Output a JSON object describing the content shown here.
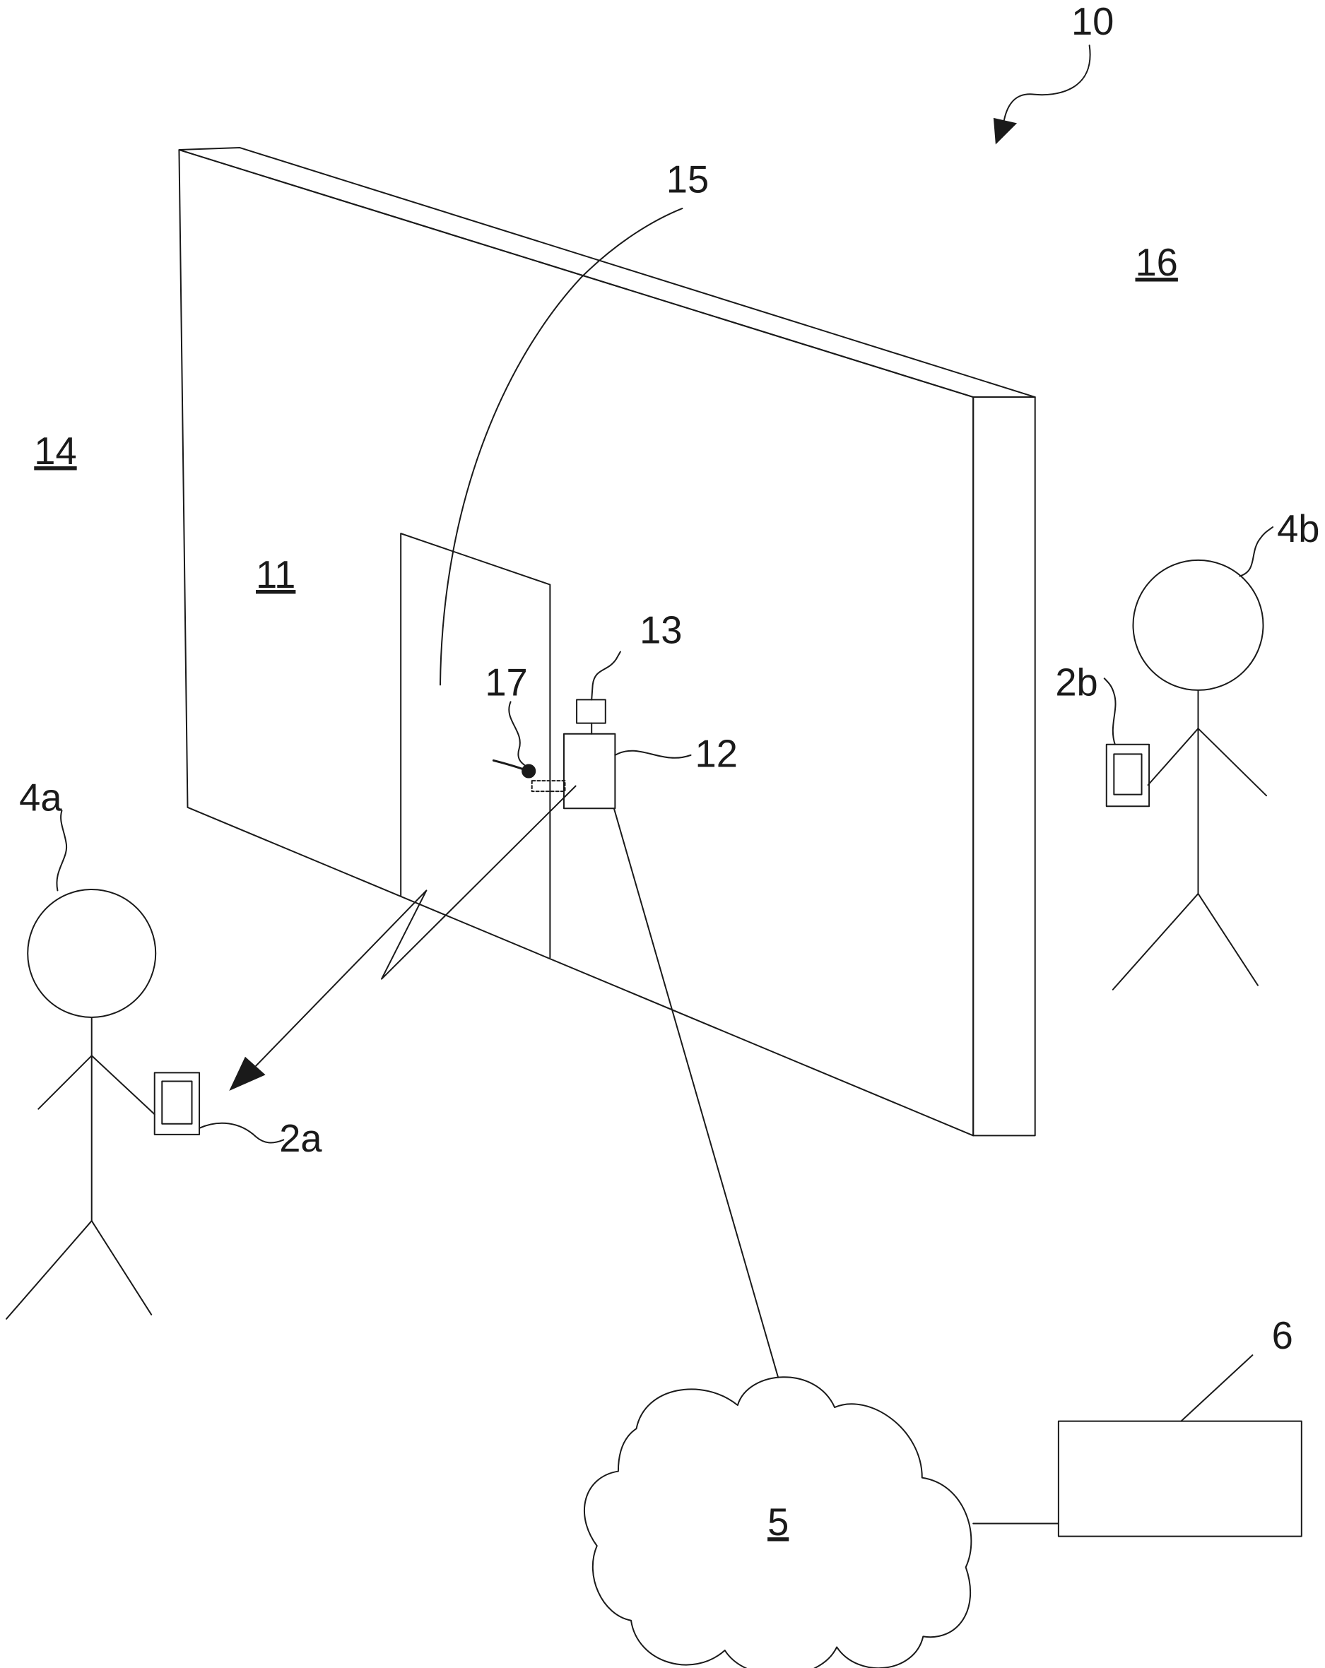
{
  "labels": {
    "system": "10",
    "wall": "11",
    "access_control_device": "12",
    "camera": "13",
    "first_side": "14",
    "door": "15",
    "second_side": "16",
    "lock": "17",
    "user_a": "4a",
    "user_b": "4b",
    "device_a": "2a",
    "device_b": "2b",
    "network": "5",
    "server": "6"
  },
  "colors": {
    "stroke": "#1a1a1a",
    "background": "#ffffff"
  }
}
